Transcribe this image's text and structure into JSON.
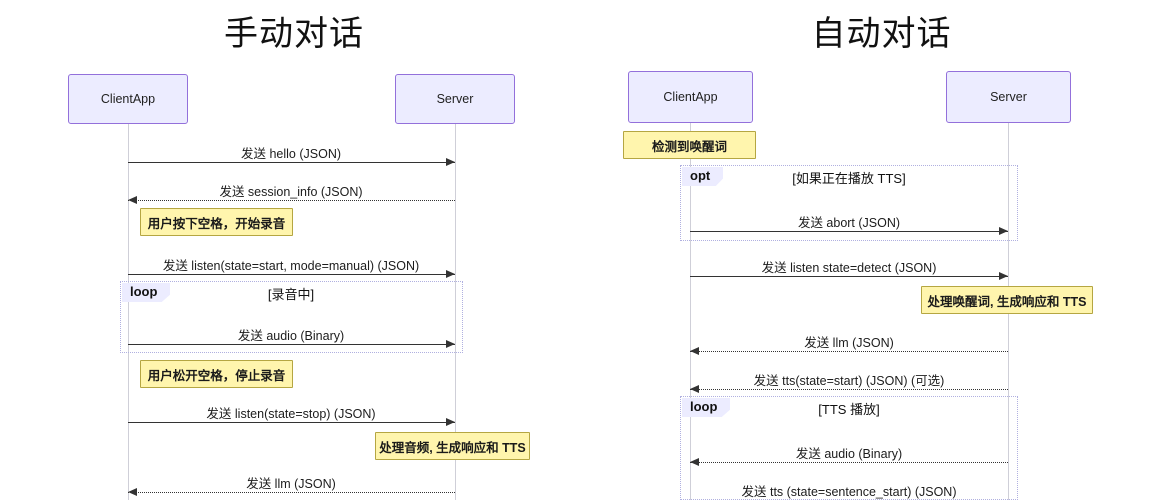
{
  "diagrams": [
    {
      "id": "manual",
      "title": "手动对话",
      "participants": [
        {
          "name": "ClientApp",
          "label": "ClientApp"
        },
        {
          "name": "Server",
          "label": "Server"
        }
      ],
      "messages": [
        {
          "label": "发送 hello (JSON)",
          "dir": "right",
          "style": "solid"
        },
        {
          "label": "发送 session_info (JSON)",
          "dir": "left",
          "style": "dotted"
        },
        {
          "label": "发送 listen(state=start, mode=manual) (JSON)",
          "dir": "right",
          "style": "solid"
        },
        {
          "label": "发送 audio (Binary)",
          "dir": "right",
          "style": "solid"
        },
        {
          "label": "发送 listen(state=stop) (JSON)",
          "dir": "right",
          "style": "solid"
        },
        {
          "label": "发送 llm (JSON)",
          "dir": "left",
          "style": "dotted"
        }
      ],
      "notes": [
        {
          "text": "用户按下空格，开始录音",
          "over": "ClientApp"
        },
        {
          "text": "用户松开空格，停止录音",
          "over": "ClientApp"
        },
        {
          "text": "处理音频, 生成响应和 TTS",
          "over": "Server"
        }
      ],
      "fragments": [
        {
          "kind": "loop",
          "condition": "[录音中]"
        }
      ]
    },
    {
      "id": "auto",
      "title": "自动对话",
      "participants": [
        {
          "name": "ClientApp",
          "label": "ClientApp"
        },
        {
          "name": "Server",
          "label": "Server"
        }
      ],
      "messages": [
        {
          "label": "发送 abort (JSON)",
          "dir": "right",
          "style": "solid"
        },
        {
          "label": "发送 listen state=detect (JSON)",
          "dir": "right",
          "style": "solid"
        },
        {
          "label": "发送 llm (JSON)",
          "dir": "left",
          "style": "dotted"
        },
        {
          "label": "发送 tts(state=start) (JSON) (可选)",
          "dir": "left",
          "style": "dotted"
        },
        {
          "label": "发送 audio (Binary)",
          "dir": "left",
          "style": "dotted"
        },
        {
          "label": "发送 tts (state=sentence_start) (JSON)",
          "dir": "left",
          "style": "dotted"
        }
      ],
      "notes": [
        {
          "text": "检测到唤醒词",
          "over": "ClientApp"
        },
        {
          "text": "处理唤醒词, 生成响应和 TTS",
          "over": "Server"
        }
      ],
      "fragments": [
        {
          "kind": "opt",
          "condition": "[如果正在播放 TTS]"
        },
        {
          "kind": "loop",
          "condition": "[TTS 播放]"
        }
      ]
    }
  ],
  "colors": {
    "participant_fill": "#ececff",
    "participant_border": "#9370db",
    "note_fill": "#fff5ad",
    "note_border": "#b5a642",
    "fragment_border": "#b0b0e0",
    "message_line": "#333333",
    "lifeline": "#cfcfd8",
    "background": "#ffffff"
  }
}
